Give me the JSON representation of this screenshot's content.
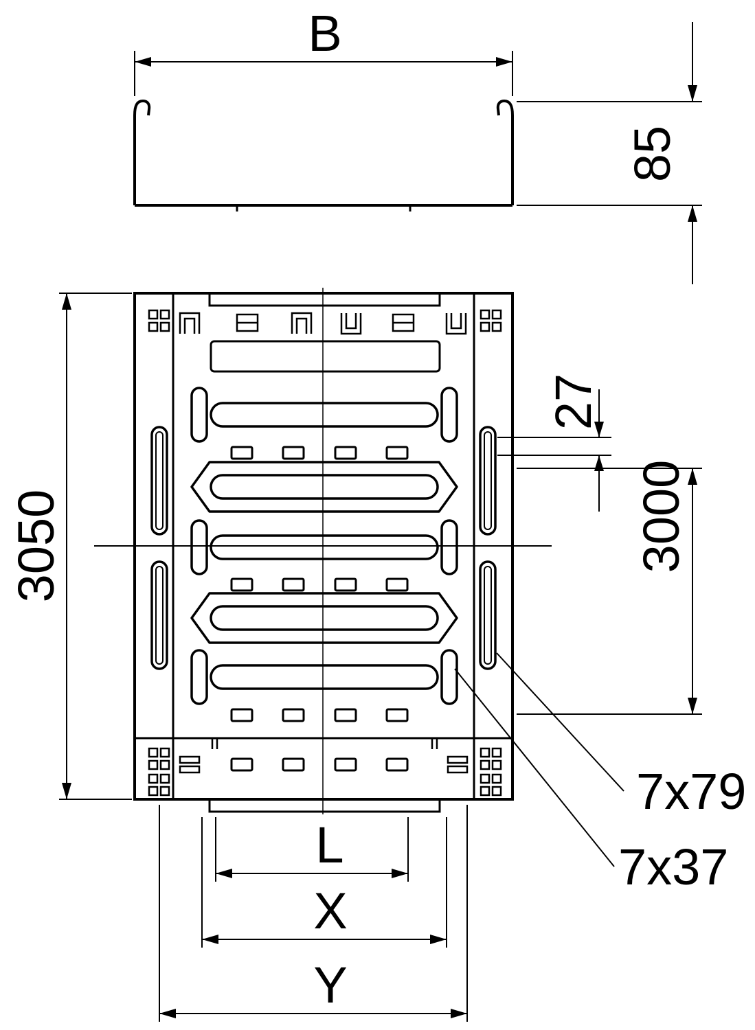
{
  "drawing": {
    "background": "#ffffff",
    "line_color": "#000000",
    "labels": {
      "width": "B",
      "height": "85",
      "overall_length": "3050",
      "inner_length": "3000",
      "pitch": "27",
      "slot_long": "7x79",
      "slot_short": "7x37",
      "dim_l": "L",
      "dim_x": "X",
      "dim_y": "Y"
    }
  }
}
